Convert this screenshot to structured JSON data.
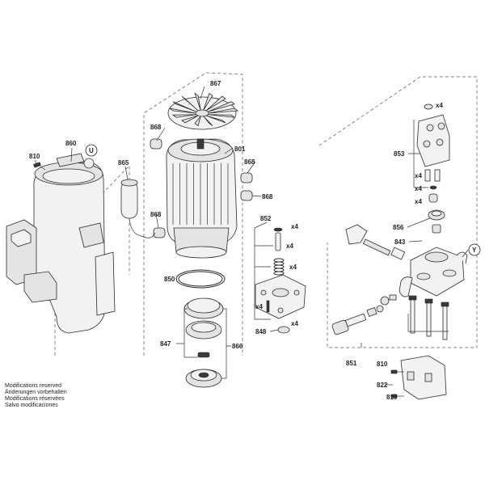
{
  "diagram": {
    "labels": {
      "l867": "867",
      "l868a": "868",
      "l801": "801",
      "l868b": "868",
      "l868c": "868",
      "l868d": "868",
      "l865": "865",
      "l860": "860",
      "l810a": "810",
      "lU": "U",
      "l850": "850",
      "l847": "847",
      "l866": "866",
      "l852": "852",
      "l848": "848",
      "l853": "853",
      "l856": "856",
      "l843": "843",
      "lY": "Y",
      "l851": "851",
      "l810b": "810",
      "l822": "822",
      "l810c": "810",
      "x4a": "x4",
      "x4b": "x4",
      "x4c": "x4",
      "x4d": "x4",
      "x4e": "x4",
      "x4f": "x4",
      "x4g": "x4",
      "x4h": "x4",
      "x4i": "x4"
    },
    "notes": [
      "Modifications reserved",
      "Änderungen vorbehalten",
      "Modifications réservées",
      "Salvo modificaciones"
    ]
  }
}
